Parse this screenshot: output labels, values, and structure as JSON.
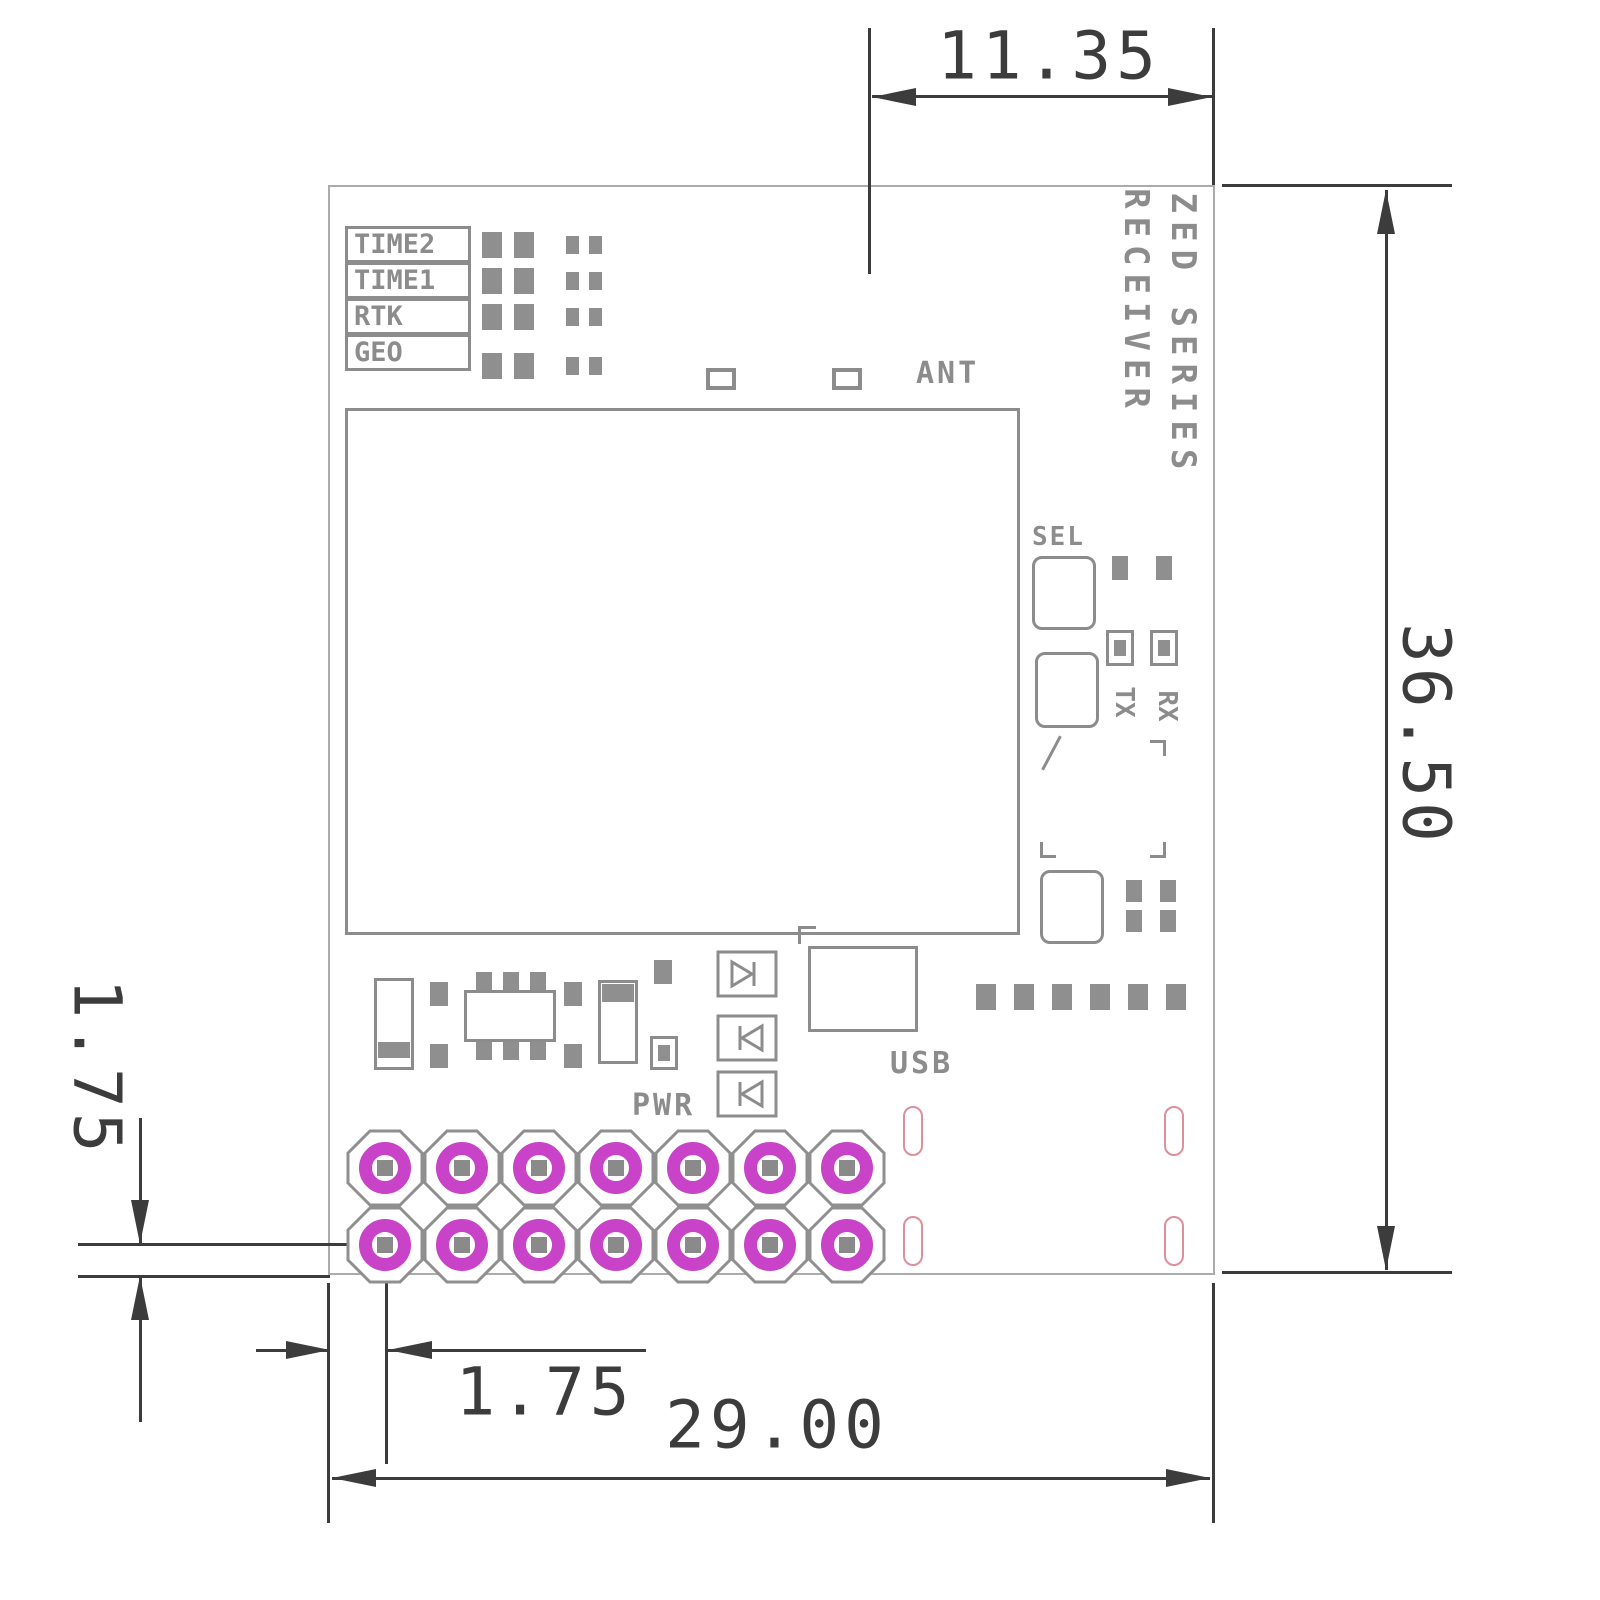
{
  "board": {
    "title_line1": "ZED SERIES",
    "title_line2": "RECEIVER",
    "led_labels": [
      "TIME2",
      "TIME1",
      "RTK",
      "GEO"
    ],
    "labels": {
      "ant": "ANT",
      "sel": "SEL",
      "tx": "TX",
      "rx": "RX",
      "usb": "USB",
      "pwr": "PWR"
    }
  },
  "dimensions": {
    "antenna_offset": "11.35",
    "board_height": "36.50",
    "board_width": "29.00",
    "pin_row_offset": "1.75",
    "pin_col_offset": "1.75"
  },
  "colors": {
    "dimension": "#3c3c3c",
    "silkscreen": "#8c8c8c",
    "pad": "#8f8f8f",
    "plating_ring": "#c843c8",
    "slot": "#dd8f9b",
    "board_outline": "#ababab"
  }
}
